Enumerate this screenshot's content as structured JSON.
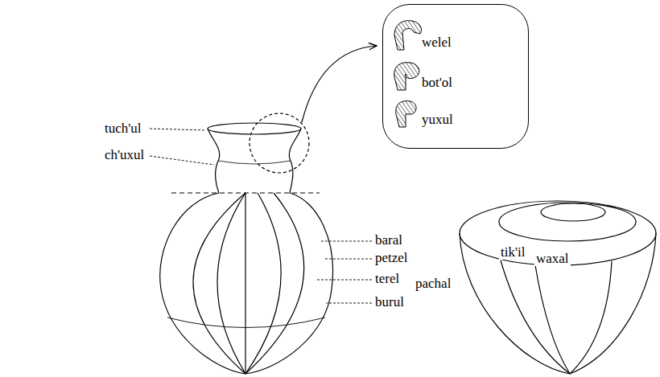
{
  "diagram": {
    "nodes": [
      {
        "text": [
          "welel",
          "bot'ol",
          "yuxul"
        ]
      }
    ],
    "labels": [
      "tuch'ul",
      "ch'uxul",
      "baral",
      "petzel",
      "terel",
      "burul",
      "pachal",
      "tik'il",
      "waxal"
    ]
  }
}
